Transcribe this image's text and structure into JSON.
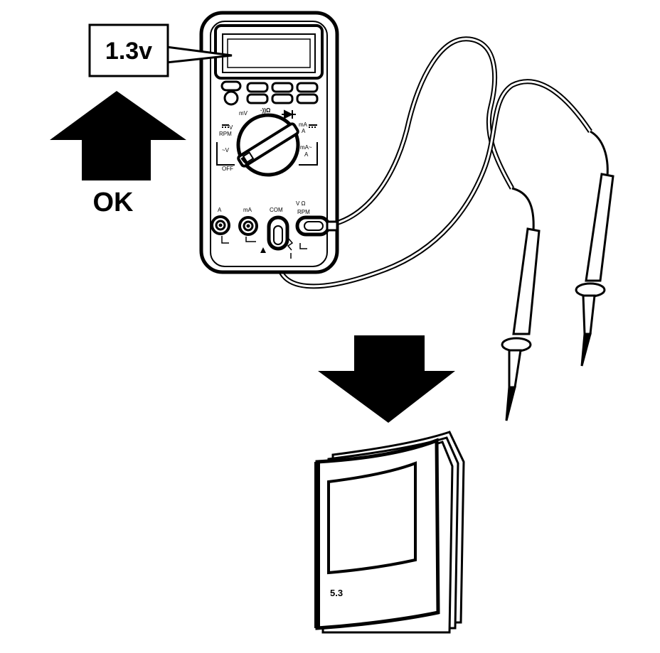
{
  "reading_callout": {
    "text": "1.3v"
  },
  "status": {
    "text": "OK"
  },
  "manual": {
    "section": "5.3"
  },
  "meter": {
    "dial_top_labels": [
      "mV",
      "·))Ω"
    ],
    "dial_left_labels": [
      "V",
      "RPM",
      "~V",
      "OFF"
    ],
    "dial_right_labels": [
      "mA",
      "A",
      "mA~",
      "A"
    ],
    "jack_labels": [
      "A",
      "mA",
      "COM",
      "V  Ω",
      "RPM"
    ]
  },
  "colors": {
    "ink": "#000000",
    "paper": "#ffffff"
  }
}
